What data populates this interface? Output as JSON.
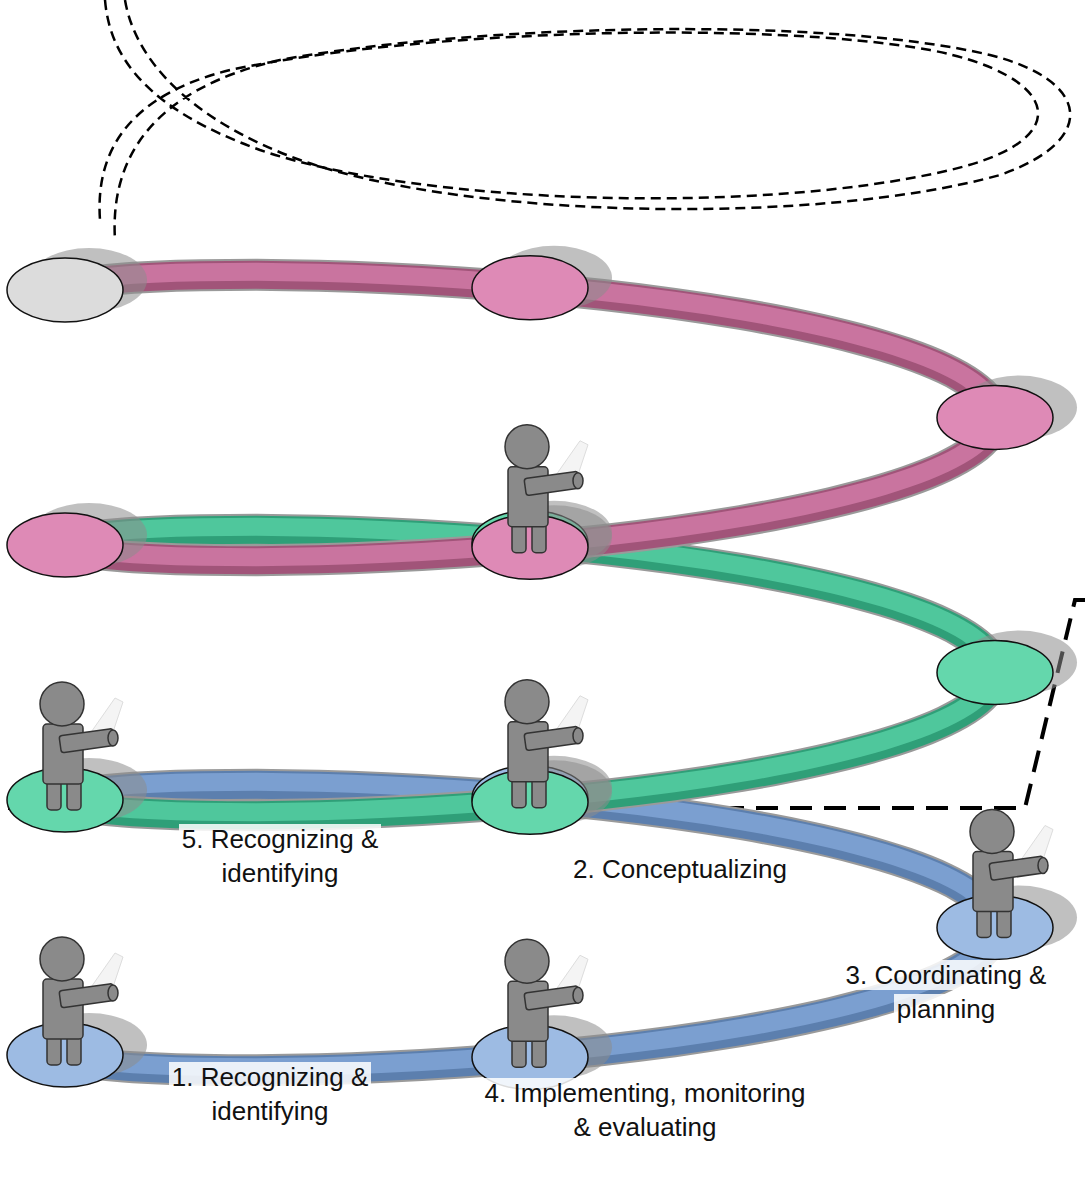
{
  "diagram": {
    "labels": [
      "1. Recognizing & identifying",
      "2. Conceptualizing",
      "3. Coordinating & planning",
      "4. Implementing, monitoring & evaluating",
      "5. Recognizing & identifying"
    ]
  }
}
